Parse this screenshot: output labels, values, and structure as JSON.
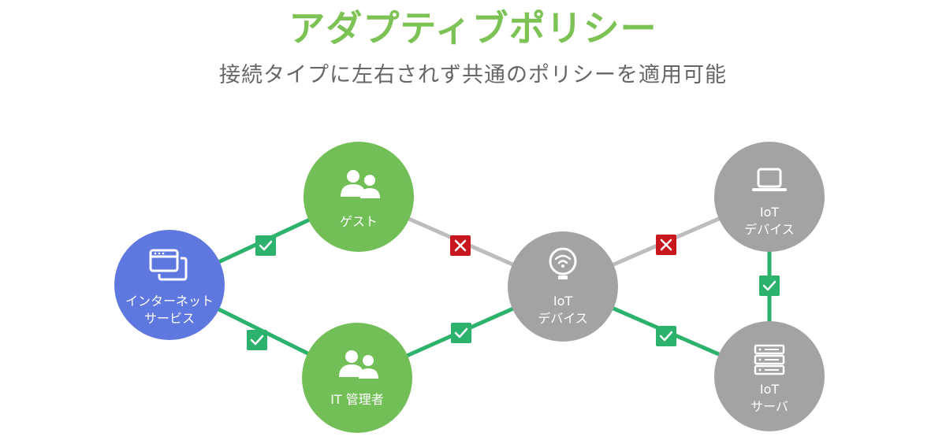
{
  "title": "アダプティブポリシー",
  "subtitle": "接続タイプに左右されず共通のポリシーを適用可能",
  "colors": {
    "title": "#7cc254",
    "green_node": "#72bf58",
    "blue_node": "#5e78df",
    "gray_node": "#a3a3a3",
    "green_line": "#2db26d",
    "gray_line": "#bdbdbd",
    "check_badge": "#2db26d",
    "cross_badge": "#c8161d"
  },
  "nodes": {
    "internet": {
      "line1": "インターネット",
      "line2": "サービス",
      "icon": "browser-windows-icon"
    },
    "guest": {
      "line1": "ゲスト",
      "icon": "users-icon"
    },
    "it_admin": {
      "line1": "IT 管理者",
      "icon": "users-icon"
    },
    "iot_center": {
      "line1": "IoT",
      "line2": "デバイス",
      "icon": "wifi-bulb-icon"
    },
    "iot_device_top": {
      "line1": "IoT",
      "line2": "デバイス",
      "icon": "laptop-icon"
    },
    "iot_server": {
      "line1": "IoT",
      "line2": "サーバ",
      "icon": "server-icon"
    }
  },
  "connections": [
    {
      "from": "internet",
      "to": "guest",
      "status": "allowed"
    },
    {
      "from": "internet",
      "to": "it_admin",
      "status": "allowed"
    },
    {
      "from": "guest",
      "to": "iot_center",
      "status": "denied"
    },
    {
      "from": "it_admin",
      "to": "iot_center",
      "status": "allowed"
    },
    {
      "from": "iot_center",
      "to": "iot_device_top",
      "status": "denied"
    },
    {
      "from": "iot_center",
      "to": "iot_server",
      "status": "allowed"
    },
    {
      "from": "iot_device_top",
      "to": "iot_server",
      "status": "allowed"
    }
  ]
}
